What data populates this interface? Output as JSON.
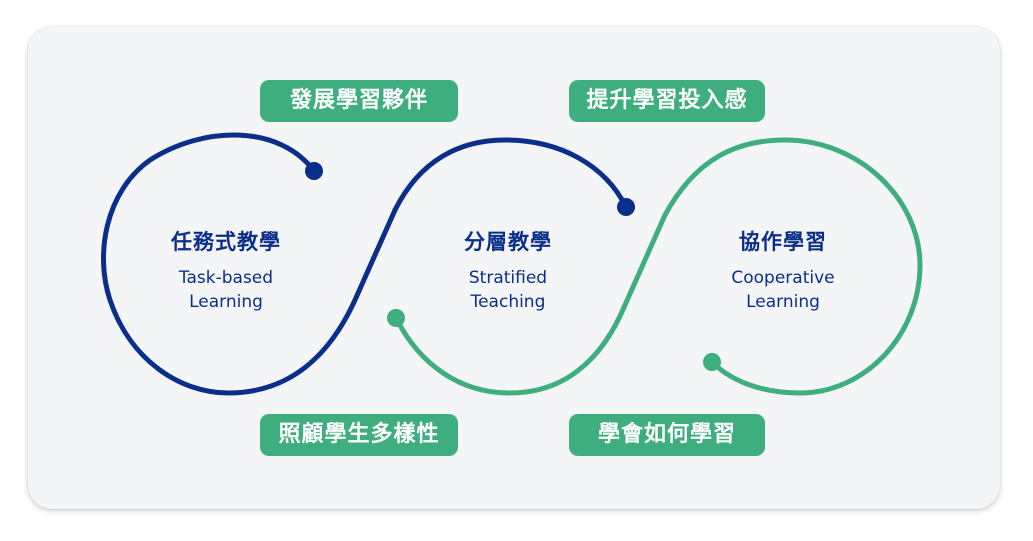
{
  "badges": {
    "top_left": "發展學習夥伴",
    "top_right": "提升學習投入感",
    "bottom_left": "照顧學生多樣性",
    "bottom_right": "學會如何學習"
  },
  "nodes": [
    {
      "title": "任務式教學",
      "subtitle": "Task-based\nLearning"
    },
    {
      "title": "分層教學",
      "subtitle": "Stratified\nTeaching"
    },
    {
      "title": "協作學習",
      "subtitle": "Cooperative\nLearning"
    }
  ],
  "colors": {
    "navy": "#0a2f8a",
    "green": "#3fae7f",
    "card_bg": "#f4f5f7"
  }
}
